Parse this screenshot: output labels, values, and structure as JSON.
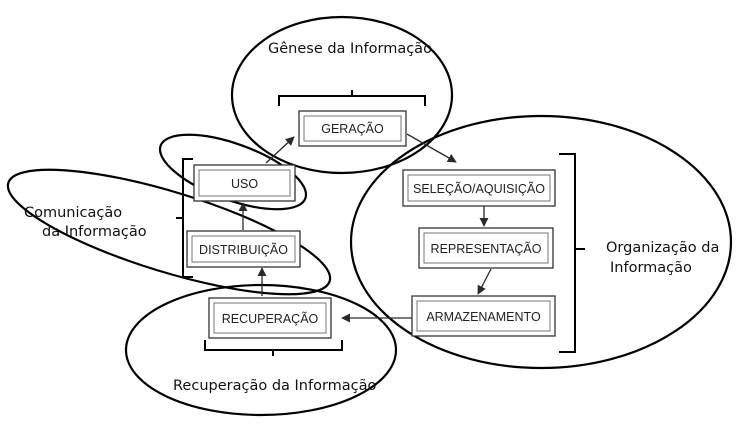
{
  "diagram": {
    "boxes": {
      "geracao": "GERAÇÃO",
      "uso": "USO",
      "distribuicao": "DISTRIBUIÇÃO",
      "recuperacao": "RECUPERAÇÃO",
      "selecao": "SELEÇÃO/AQUISIÇÃO",
      "representacao": "REPRESENTAÇÃO",
      "armazenamento": "ARMAZENAMENTO"
    },
    "groups": {
      "genese": "Gênese da Informação",
      "comunicacao": [
        "Comunicação",
        "da Informação"
      ],
      "organizacao": [
        "Organização da",
        "Informação"
      ],
      "recuperacao": "Recuperação da Informação"
    }
  }
}
